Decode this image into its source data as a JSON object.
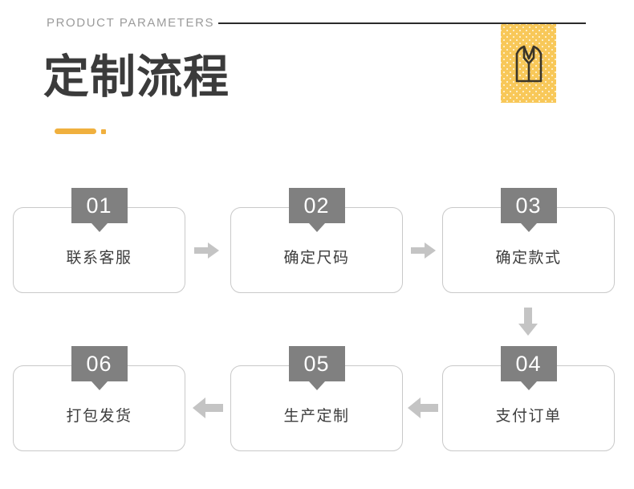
{
  "header": {
    "kicker": "PRODUCT PARAMETERS",
    "title": "定制流程",
    "rule_color": "#2b2b2b",
    "accent_color": "#f0b03e",
    "badge_color": "#f8c859",
    "badge_icon": "shirt-jacket-icon"
  },
  "flow": {
    "box_border_color": "#c9c9c9",
    "tag_color": "#808080",
    "arrow_color": "#c4c4c4",
    "steps": [
      {
        "number": "01",
        "label": "联系客服"
      },
      {
        "number": "02",
        "label": "确定尺码"
      },
      {
        "number": "03",
        "label": "确定款式"
      },
      {
        "number": "04",
        "label": "支付订单"
      },
      {
        "number": "05",
        "label": "生产定制"
      },
      {
        "number": "06",
        "label": "打包发货"
      }
    ],
    "connectors": [
      {
        "name": "arrow-01-to-02",
        "direction": "right"
      },
      {
        "name": "arrow-02-to-03",
        "direction": "right"
      },
      {
        "name": "arrow-03-to-04",
        "direction": "down"
      },
      {
        "name": "arrow-04-to-05",
        "direction": "left"
      },
      {
        "name": "arrow-05-to-06",
        "direction": "left"
      }
    ]
  }
}
